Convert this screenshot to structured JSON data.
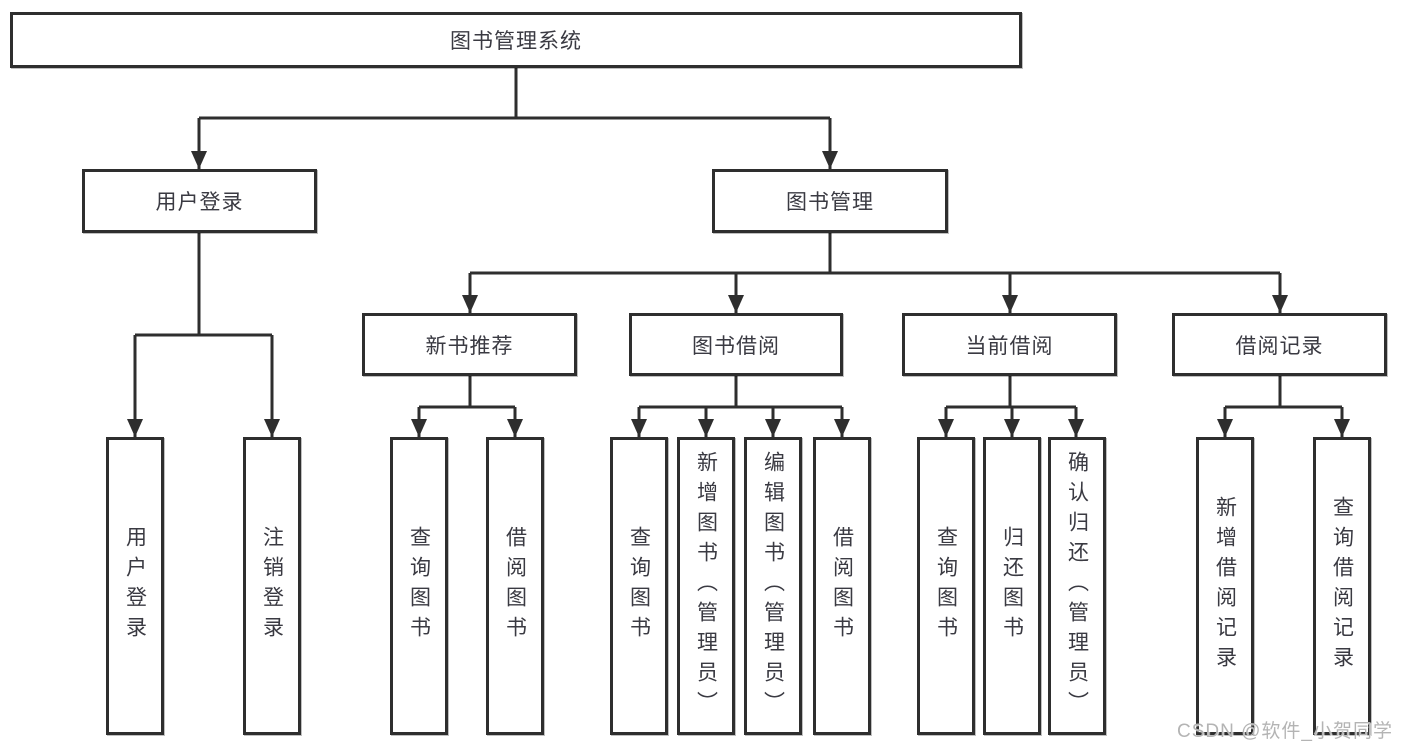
{
  "diagram_title": "图书管理系统",
  "tree": {
    "root": "图书管理系统",
    "branches": [
      {
        "label": "用户登录",
        "children": [
          "用户登录",
          "注销登录"
        ]
      },
      {
        "label": "图书管理",
        "groups": [
          {
            "label": "新书推荐",
            "children": [
              "查询图书",
              "借阅图书"
            ]
          },
          {
            "label": "图书借阅",
            "children": [
              "查询图书",
              "新增图书（管理员）",
              "编辑图书（管理员）",
              "借阅图书"
            ]
          },
          {
            "label": "当前借阅",
            "children": [
              "查询图书",
              "归还图书",
              "确认归还（管理员）"
            ]
          },
          {
            "label": "借阅记录",
            "children": [
              "新增借阅记录",
              "查询借阅记录"
            ]
          }
        ]
      }
    ]
  },
  "watermark": "CSDN @软件_小贺同学",
  "colors": {
    "line": "#2e2e2e",
    "box_border": "#2e2e2e",
    "box_fill": "#ffffff",
    "text": "#3a3a42",
    "watermark": "#b4b4b4"
  }
}
